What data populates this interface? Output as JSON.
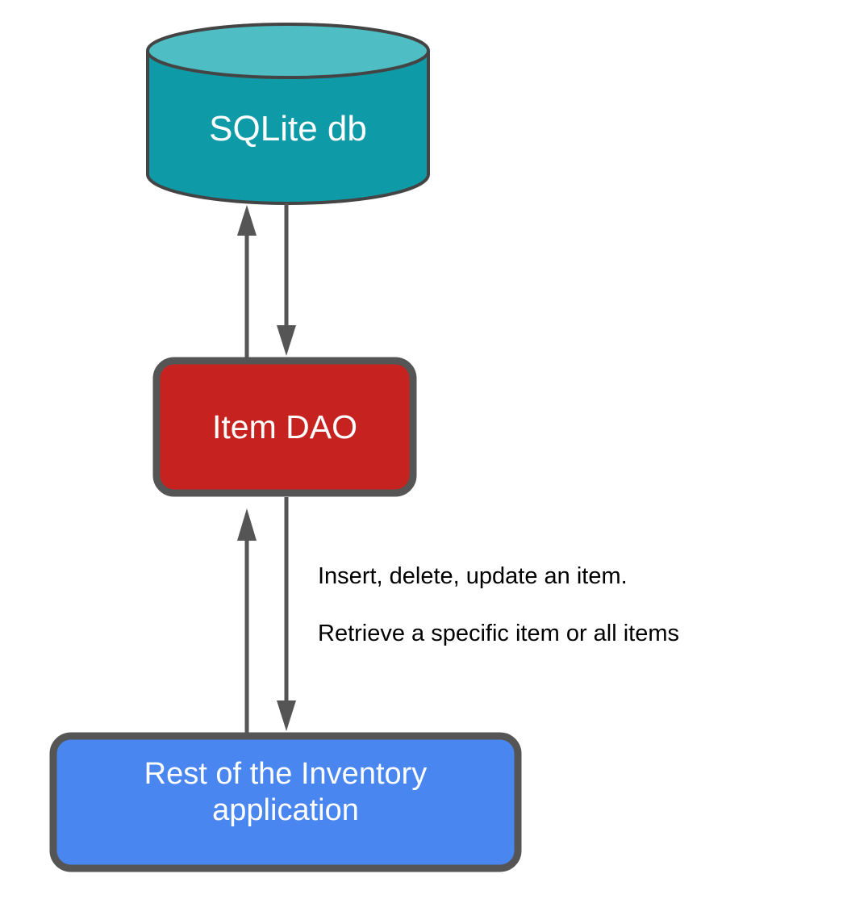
{
  "diagram": {
    "type": "architecture-flow",
    "background_color": "#ffffff",
    "stroke_color": "#555555",
    "nodes": [
      {
        "id": "sqlite-db",
        "label": "SQLite db",
        "shape": "cylinder",
        "fill_color": "#0f9aa8",
        "top_fill_color": "#4fbec4",
        "border_color": "#444444",
        "text_color": "#ffffff"
      },
      {
        "id": "item-dao",
        "label": "Item DAO",
        "shape": "rounded-rectangle",
        "fill_color": "#c62320",
        "border_color": "#555555",
        "text_color": "#ffffff"
      },
      {
        "id": "inventory-app",
        "label": "Rest of the Inventory\napplication",
        "shape": "rounded-rectangle",
        "fill_color": "#4a86f0",
        "border_color": "#555555",
        "text_color": "#ffffff"
      }
    ],
    "edges": [
      {
        "id": "dao-to-db",
        "from": "item-dao",
        "to": "sqlite-db",
        "direction": "up",
        "color": "#555555"
      },
      {
        "id": "db-to-dao",
        "from": "sqlite-db",
        "to": "item-dao",
        "direction": "down",
        "color": "#555555"
      },
      {
        "id": "app-to-dao",
        "from": "inventory-app",
        "to": "item-dao",
        "direction": "up",
        "color": "#555555"
      },
      {
        "id": "dao-to-app",
        "from": "item-dao",
        "to": "inventory-app",
        "direction": "down",
        "color": "#555555"
      }
    ],
    "annotations": {
      "line_1": "Insert, delete, update an item.",
      "line_2": "Retrieve a specific item or all items",
      "text_color": "#000000"
    }
  }
}
